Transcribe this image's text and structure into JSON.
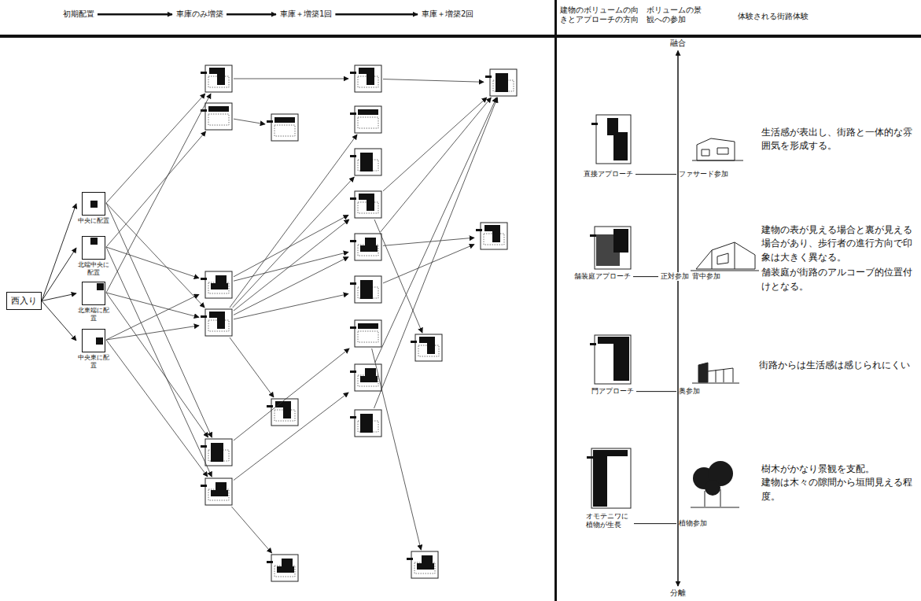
{
  "diagram": {
    "nodes": [
      {
        "text": [
          "西入り"
        ]
      },
      {
        "text": [
          "中央に配置"
        ]
      },
      {
        "text": [
          "北端中央に配置"
        ]
      },
      {
        "text": [
          "北東端に配置"
        ]
      },
      {
        "text": [
          "中央東に配置"
        ]
      }
    ],
    "edges": [
      {
        "from": 0,
        "to": 1,
        "arrow": "to"
      },
      {
        "from": 0,
        "to": 2,
        "arrow": "to"
      },
      {
        "from": 0,
        "to": 3,
        "arrow": "to"
      },
      {
        "from": 0,
        "to": 4,
        "arrow": "to"
      }
    ],
    "labels": [
      "初期配置",
      "車庫のみ増築",
      "車庫＋増築1回",
      "車庫＋増築2回",
      "建物のボリュームの向きとアプローチの方向",
      "ボリュームの景観への参加",
      "体験される街路体験",
      "融合",
      "直接アプローチ",
      "ファサード参加",
      "生活感が表出し、街路と一体的な雰囲気を形成する。",
      "舗装庭アプローチ",
      "正対参加",
      "背中参加",
      "建物の表が見える場合と裏が見える場合があり、歩行者の進行方向で印象は大きく異なる。",
      "舗装庭が街路のアルコーブ的位置付けとなる。",
      "門アプローチ",
      "奥参加",
      "街路からは生活感は感じられにくい",
      "オモテニワに 植物が生長",
      "植物参加",
      "樹木がかなり景観を支配。",
      "建物は木々の隙間から垣間見える程度。",
      "分離"
    ]
  }
}
